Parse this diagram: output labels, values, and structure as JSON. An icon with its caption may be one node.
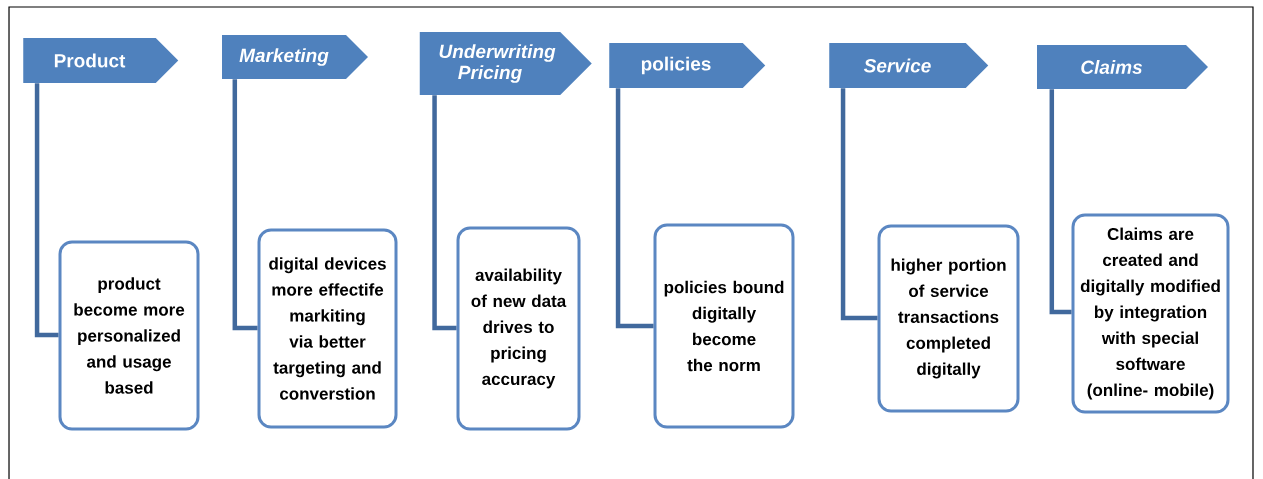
{
  "diagram": {
    "nodes": [
      {
        "text": [
          "Product"
        ]
      },
      {
        "text": [
          "Marketing"
        ]
      },
      {
        "text": [
          "Underwriting Pricing"
        ]
      },
      {
        "text": [
          "policies"
        ]
      },
      {
        "text": [
          "Service"
        ]
      },
      {
        "text": [
          "Claims"
        ]
      },
      {
        "text": [
          "product become more personalized and usage based"
        ]
      },
      {
        "text": [
          "digital devices more effectife markiting via better targeting and converstion"
        ]
      },
      {
        "text": [
          "availability of new data drives to pricing accuracy"
        ]
      },
      {
        "text": [
          "policies bound digitally become the norm"
        ]
      },
      {
        "text": [
          "higher portion of service transactions completed digitally"
        ]
      },
      {
        "text": [
          "Claims are created and digitally modified by integration with special software (online- mobile)"
        ]
      }
    ],
    "edges": [
      {
        "from": 0,
        "to": 6,
        "arrow": "none"
      },
      {
        "from": 1,
        "to": 7,
        "arrow": "none"
      },
      {
        "from": 2,
        "to": 8,
        "arrow": "none"
      },
      {
        "from": 3,
        "to": 9,
        "arrow": "none"
      },
      {
        "from": 4,
        "to": 10,
        "arrow": "none"
      },
      {
        "from": 5,
        "to": 11,
        "arrow": "none"
      }
    ]
  }
}
